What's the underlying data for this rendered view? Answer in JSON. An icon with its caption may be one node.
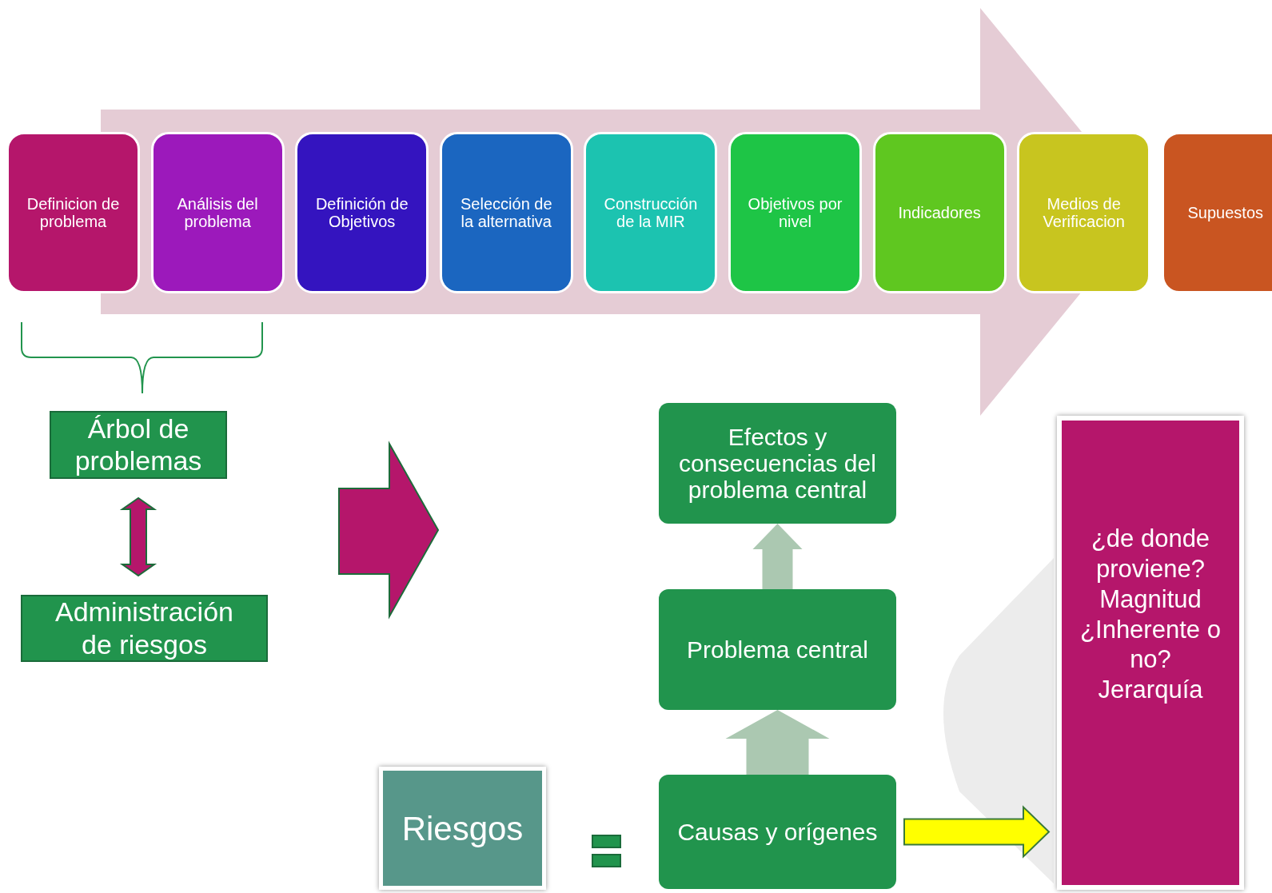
{
  "diagram": {
    "nodes": [
      {
        "text": [
          "Definicion de problema"
        ]
      },
      {
        "text": [
          "Análisis del problema"
        ]
      },
      {
        "text": [
          "Definición de Objetivos"
        ]
      },
      {
        "text": [
          "Selección de la alternativa"
        ]
      },
      {
        "text": [
          "Construcción de la MIR"
        ]
      },
      {
        "text": [
          "Objetivos por nivel"
        ]
      },
      {
        "text": [
          "Indicadores"
        ]
      },
      {
        "text": [
          "Medios de Verificacion"
        ]
      },
      {
        "text": [
          "Supuestos"
        ]
      },
      {
        "text": [
          "Árbol de problemas"
        ]
      },
      {
        "text": [
          "Administración de riesgos"
        ]
      },
      {
        "text": [
          "Efectos y consecuencias del problema central"
        ]
      },
      {
        "text": [
          "Problema central"
        ]
      },
      {
        "text": [
          "Riesgos"
        ]
      },
      {
        "text": [
          "Causas y orígenes"
        ]
      },
      {
        "text": [
          "¿de donde proviene? Magnitud ¿Inherente o no? Jerarquía"
        ]
      },
      {
        "text": [],
        "shape": "diamond"
      }
    ],
    "edges": [
      {
        "from": 9,
        "to": 10,
        "arrow": "both",
        "style": "thick",
        "color": "#b5166b"
      },
      {
        "from": 14,
        "to": 12,
        "arrow": "to",
        "style": "thick",
        "color": "#abc8b1"
      },
      {
        "from": 12,
        "to": 11,
        "arrow": "to",
        "style": "thick",
        "color": "#abc8b1"
      },
      {
        "from": 14,
        "to": 15,
        "arrow": "to",
        "style": "thick",
        "color": "#ffff00"
      }
    ]
  }
}
